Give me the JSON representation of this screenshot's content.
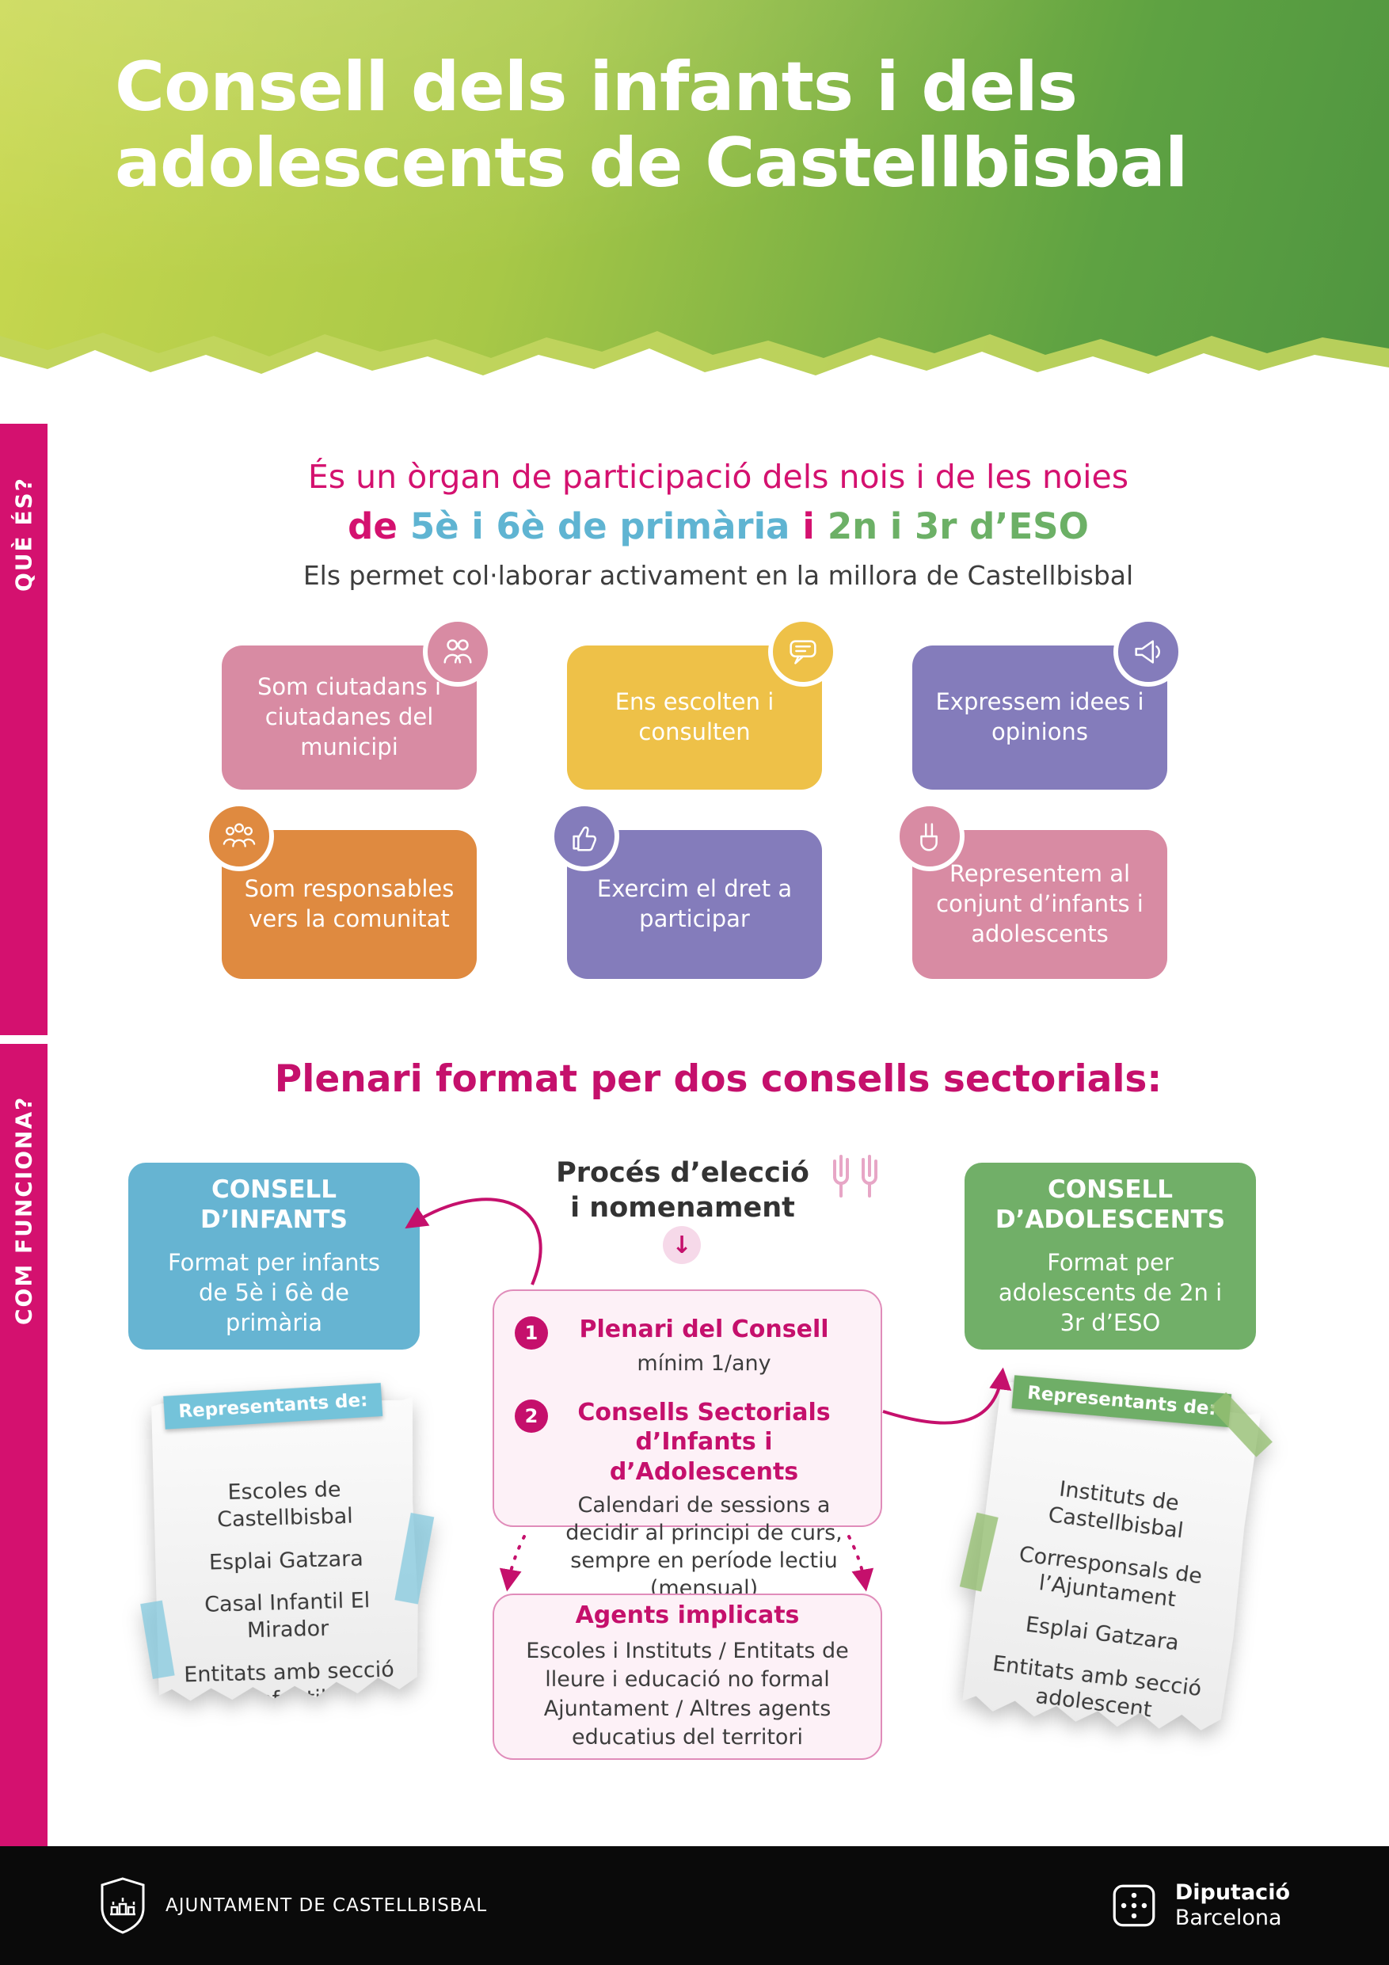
{
  "header": {
    "title_line1": "Consell dels infants i dels",
    "title_line2": "adolescents de Castellbisbal"
  },
  "sidebar": {
    "section1_label": "QUÈ ÉS?",
    "section2_label": "COM FUNCIONA?"
  },
  "intro": {
    "line1": "És un òrgan de participació dels nois i de les noies",
    "line2_prefix": "de",
    "line2_primaria": "5è i 6è de primària",
    "line2_connector": "i",
    "line2_eso": "2n i 3r d’ESO",
    "line3": "Els permet col·laborar activament en la millora de Castellbisbal"
  },
  "cards": [
    {
      "text": "Som ciutadans i ciutadanes del municipi",
      "icon": "citizens-icon",
      "color": "#d88ba3"
    },
    {
      "text": "Ens escolten i consulten",
      "icon": "speech-bubble-icon",
      "color": "#eec148"
    },
    {
      "text": "Expressem idees i opinions",
      "icon": "megaphone-icon",
      "color": "#847cbb"
    },
    {
      "text": "Som responsables vers la comunitat",
      "icon": "community-icon",
      "color": "#df8a40"
    },
    {
      "text": "Exercim el dret a participar",
      "icon": "thumbs-up-icon",
      "color": "#847cbb"
    },
    {
      "text": "Representem al conjunt d’infants i adolescents",
      "icon": "victory-hand-icon",
      "color": "#d88ba3"
    }
  ],
  "how": {
    "heading": "Plenari format per dos consells sectorials:",
    "council_infants": {
      "title": "CONSELL D’INFANTS",
      "subtitle": "Format per infants de 5è i 6è de primària"
    },
    "council_adolescents": {
      "title": "CONSELL D’ADOLESCENTS",
      "subtitle": "Format per adolescents de 2n i 3r d’ESO"
    },
    "process": {
      "line1": "Procés d’elecció",
      "line2": "i nomenament"
    },
    "plenari_box": {
      "item1_number": "1",
      "item1_title": "Plenari del Consell",
      "item1_text": "mínim 1/any",
      "item2_number": "2",
      "item2_title": "Consells Sectorials d’Infants i d’Adolescents",
      "item2_text": "Calendari de sessions a decidir al principi de curs, sempre en període lectiu (mensual)"
    },
    "agents_box": {
      "title": "Agents implicats",
      "text": "Escoles i Instituts / Entitats de lleure i educació no formal Ajuntament / Altres agents educatius del territori"
    },
    "note_left": {
      "label": "Representants de:",
      "items": [
        "Escoles de Castellbisbal",
        "Esplai Gatzara",
        "Casal Infantil El Mirador",
        "Entitats amb secció infantil"
      ]
    },
    "note_right": {
      "label": "Representants de:",
      "items": [
        "Instituts de Castellbisbal",
        "Corresponsals de l’Ajuntament",
        "Esplai Gatzara",
        "Entitats amb secció adolescent"
      ]
    }
  },
  "icons": {
    "down_arrow": "↓"
  },
  "footer": {
    "ajuntament_label": "AJUNTAMENT DE CASTELLBISBAL",
    "diputacio_line1": "Diputació",
    "diputacio_line2": "Barcelona"
  },
  "colors": {
    "magenta": "#c5106c",
    "sidebar_pink": "#d4116f",
    "header_green_light": "#c9d84f",
    "header_green_dark": "#4f9540",
    "card_pink": "#d88ba3",
    "card_yellow": "#eec148",
    "card_purple": "#847cbb",
    "card_orange": "#df8a40",
    "council_blue": "#66b4d2",
    "council_green": "#71af68",
    "highlight_blue": "#5fb4d2",
    "highlight_green": "#6cb066",
    "footer_black": "#0a0a0a"
  }
}
